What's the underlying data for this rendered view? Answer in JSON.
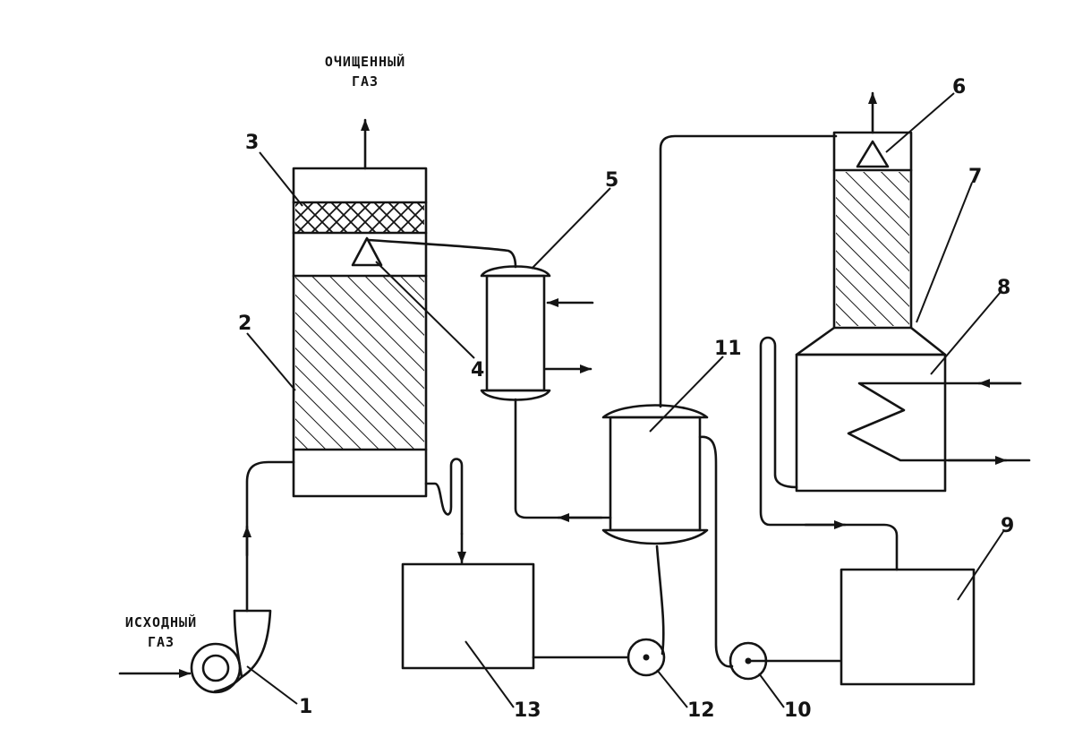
{
  "diagram": {
    "labels": {
      "purified_gas_line1": "ОЧИЩЕННЫЙ",
      "purified_gas_line2": "ГАЗ",
      "source_gas_line1": "ИСХОДНЫЙ",
      "source_gas_line2": "ГАЗ"
    },
    "callouts": {
      "n1": "1",
      "n2": "2",
      "n3": "3",
      "n4": "4",
      "n5": "5",
      "n6": "6",
      "n7": "7",
      "n8": "8",
      "n9": "9",
      "n10": "10",
      "n11": "11",
      "n12": "12",
      "n13": "13"
    }
  }
}
